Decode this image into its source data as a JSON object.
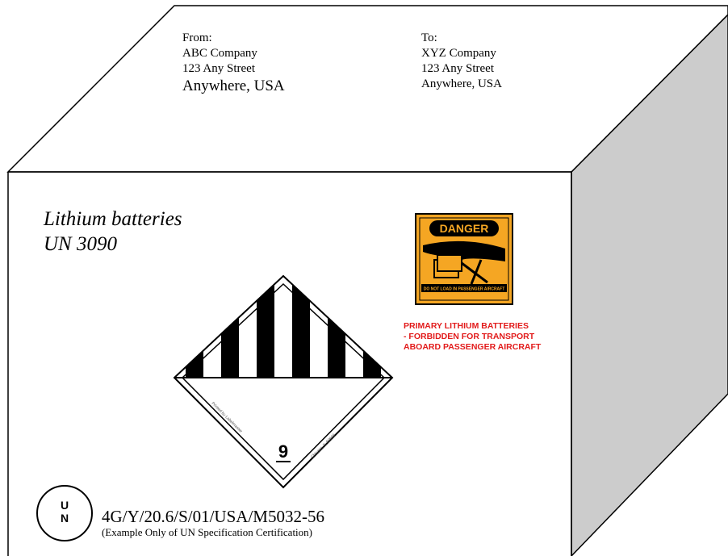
{
  "from": {
    "heading": "From:",
    "company": "ABC Company",
    "street": "123 Any Street",
    "city": "Anywhere, USA"
  },
  "to": {
    "heading": "To:",
    "company": "XYZ Company",
    "street": "123 Any Street",
    "city": "Anywhere, USA"
  },
  "shipping_name": {
    "line1": "Lithium batteries",
    "line2": "UN 3090"
  },
  "danger_label": {
    "title": "DANGER",
    "bottom_text": "DO NOT LOAD IN PASSENGER AIRCRAFT",
    "colors": {
      "background": "#f5a623",
      "border": "#000000"
    }
  },
  "warning": {
    "line1": "PRIMARY LITHIUM BATTERIES",
    "line2": "- FORBIDDEN FOR TRANSPORT",
    "line3": "ABOARD PASSENGER AIRCRAFT",
    "color": "#e21b1b"
  },
  "hazard_label": {
    "class_number": "9",
    "side_text_left": "Printed by Labelmaster",
    "side_text_right": "Chicago, IL 60646"
  },
  "un_certification": {
    "symbol_u": "U",
    "symbol_n": "N",
    "code": "4G/Y/20.6/S/01/USA/M5032-56",
    "note": "(Example Only of UN Specification Certification)"
  },
  "colors": {
    "side_face": "#cccccc",
    "outline": "#000000"
  }
}
